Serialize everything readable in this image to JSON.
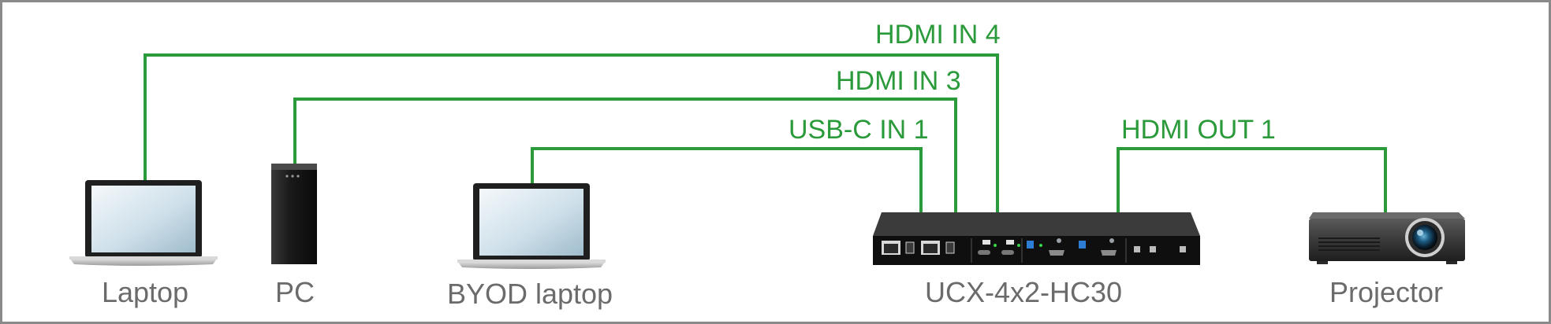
{
  "devices": {
    "laptop": "Laptop",
    "pc": "PC",
    "byod": "BYOD laptop",
    "switcher": "UCX-4x2-HC30",
    "projector": "Projector"
  },
  "connections": {
    "hdmi_in_4": "HDMI IN 4",
    "hdmi_in_3": "HDMI IN 3",
    "usbc_in_1": "USB-C IN 1",
    "hdmi_out_1": "HDMI OUT 1"
  },
  "colors": {
    "cable": "#2a9a3a",
    "device_label": "#6b6b6b",
    "frame": "#8a8a8a"
  }
}
